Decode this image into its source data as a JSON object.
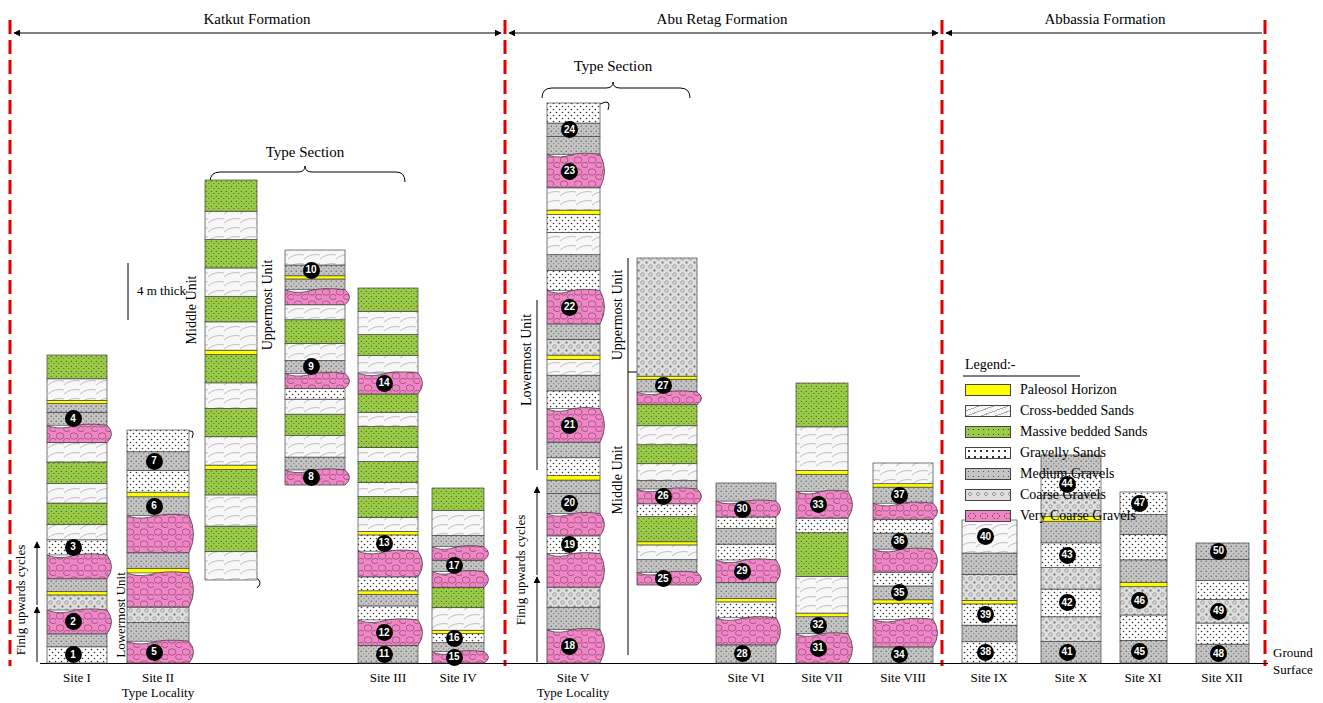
{
  "diagram": {
    "nodes": [
      {
        "text": [
          "1"
        ]
      },
      {
        "text": [
          "2"
        ]
      },
      {
        "text": [
          "3"
        ]
      },
      {
        "text": [
          "4"
        ]
      },
      {
        "text": [
          "5"
        ]
      },
      {
        "text": [
          "6"
        ]
      },
      {
        "text": [
          "7"
        ]
      },
      {
        "text": [
          "8"
        ]
      },
      {
        "text": [
          "9"
        ]
      },
      {
        "text": [
          "10"
        ]
      },
      {
        "text": [
          "11"
        ]
      },
      {
        "text": [
          "12"
        ]
      },
      {
        "text": [
          "13"
        ]
      },
      {
        "text": [
          "14"
        ]
      },
      {
        "text": [
          "15"
        ]
      },
      {
        "text": [
          "16"
        ]
      },
      {
        "text": [
          "17"
        ]
      },
      {
        "text": [
          "18"
        ]
      },
      {
        "text": [
          "19"
        ]
      },
      {
        "text": [
          "20"
        ]
      },
      {
        "text": [
          "21"
        ]
      },
      {
        "text": [
          "22"
        ]
      },
      {
        "text": [
          "23"
        ]
      },
      {
        "text": [
          "24"
        ]
      },
      {
        "text": [
          "25"
        ]
      },
      {
        "text": [
          "26"
        ]
      },
      {
        "text": [
          "27"
        ]
      },
      {
        "text": [
          "28"
        ]
      },
      {
        "text": [
          "29"
        ]
      },
      {
        "text": [
          "30"
        ]
      },
      {
        "text": [
          "31"
        ]
      },
      {
        "text": [
          "32"
        ]
      },
      {
        "text": [
          "33"
        ]
      },
      {
        "text": [
          "34"
        ]
      },
      {
        "text": [
          "35"
        ]
      },
      {
        "text": [
          "36"
        ]
      },
      {
        "text": [
          "37"
        ]
      },
      {
        "text": [
          "38"
        ]
      },
      {
        "text": [
          "39"
        ]
      },
      {
        "text": [
          "40"
        ]
      },
      {
        "text": [
          "41"
        ]
      },
      {
        "text": [
          "42"
        ]
      },
      {
        "text": [
          "43"
        ]
      },
      {
        "text": [
          "44"
        ]
      },
      {
        "text": [
          "45"
        ]
      },
      {
        "text": [
          "46"
        ]
      },
      {
        "text": [
          "47"
        ]
      },
      {
        "text": [
          "48"
        ]
      },
      {
        "text": [
          "49"
        ]
      },
      {
        "text": [
          "50"
        ]
      }
    ],
    "labels": [
      "Katkut Formation",
      "Abu Retag Formation",
      "Abbassia Formation",
      "Type Section",
      "4 m thick",
      "Middle Unit",
      "Uppermost Unit",
      "Finig upwards cycles",
      "Lowermost Unit",
      "Site I",
      "Site II",
      "Type Locality",
      "Site III",
      "Site IV",
      "Type Section",
      "Uppermost Unit",
      "Lowermost Unit",
      "Middle Unit",
      "Finig upwards cycles",
      "Site V",
      "Type Locality",
      "Site VI",
      "Site VII",
      "Site VIII",
      "Site IX",
      "Site X",
      "Site XI",
      "Site XII",
      "Ground Surface",
      "Legend:-"
    ],
    "legend": [
      {
        "text": "Paleosol Horizon",
        "color": "#ffff00"
      },
      {
        "text": "Cross-bedded Sands",
        "color": "#f7f7f7"
      },
      {
        "text": "Massive bedded Sands",
        "color": "#9acb48"
      },
      {
        "text": "Gravelly Sands",
        "color": "#ffffff"
      },
      {
        "text": "Medium Gravels",
        "color": "#c4c4c4"
      },
      {
        "text": "Coarse Gravels",
        "color": "#dedede"
      },
      {
        "text": "Very Coarse Gravels",
        "color": "#ef86c6"
      }
    ]
  }
}
